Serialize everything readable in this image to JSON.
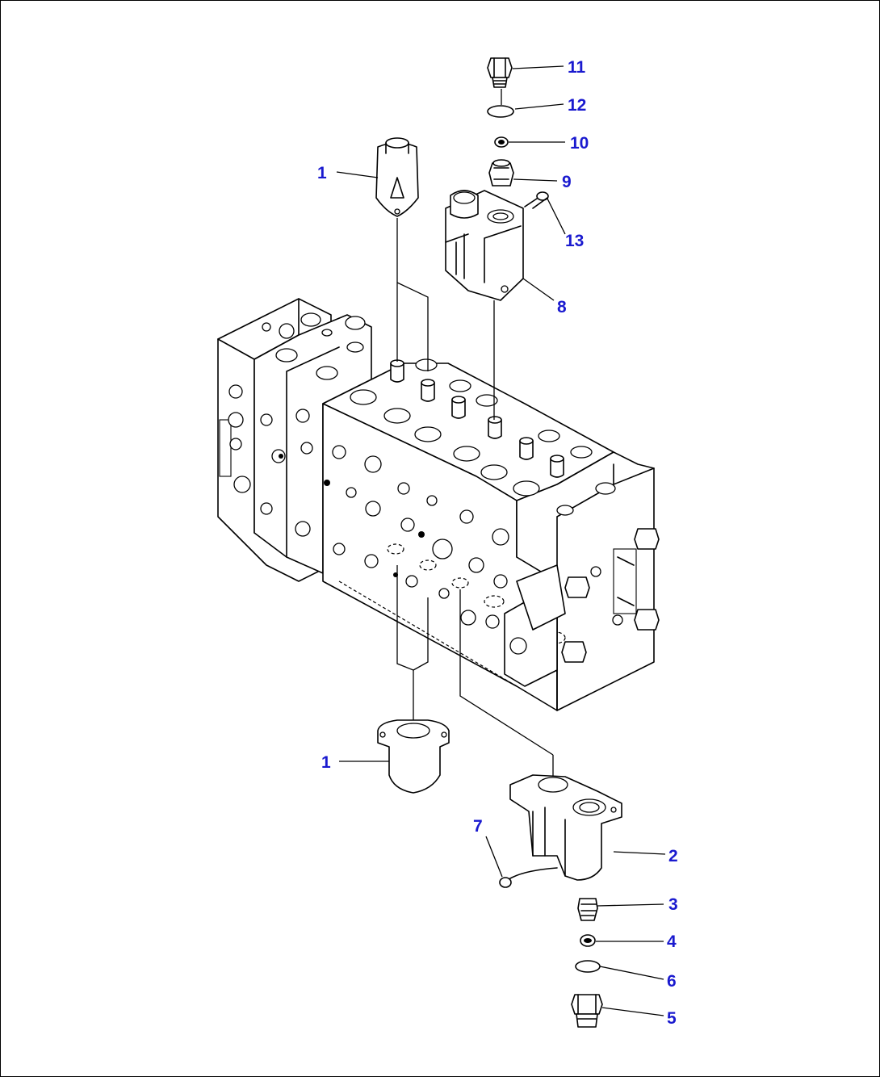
{
  "diagram": {
    "line_color": "#000000",
    "callout_color": "#1a1acf",
    "background": "#ffffff",
    "callouts": [
      {
        "id": "c1_top",
        "label": "1"
      },
      {
        "id": "c1_bottom",
        "label": "1"
      },
      {
        "id": "c2",
        "label": "2"
      },
      {
        "id": "c3",
        "label": "3"
      },
      {
        "id": "c4",
        "label": "4"
      },
      {
        "id": "c5",
        "label": "5"
      },
      {
        "id": "c6",
        "label": "6"
      },
      {
        "id": "c7",
        "label": "7"
      },
      {
        "id": "c8",
        "label": "8"
      },
      {
        "id": "c9",
        "label": "9"
      },
      {
        "id": "c10",
        "label": "10"
      },
      {
        "id": "c11",
        "label": "11"
      },
      {
        "id": "c12",
        "label": "12"
      },
      {
        "id": "c13",
        "label": "13"
      }
    ]
  }
}
